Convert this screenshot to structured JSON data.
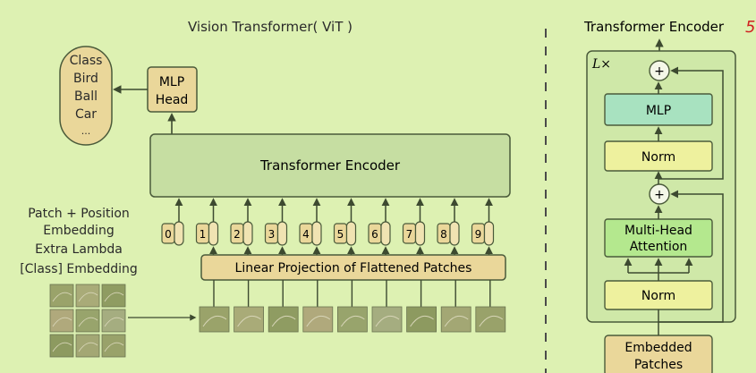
{
  "vit": {
    "title": "Vision Transformer( ViT )",
    "classes": [
      "Class",
      "Bird",
      "Ball",
      "Car",
      "..."
    ],
    "mlp_head": [
      "MLP",
      "Head"
    ],
    "encoder_label": "Transformer Encoder",
    "side_labels": [
      "Patch + Position",
      "Embedding",
      "Extra Lambda",
      "[Class] Embedding"
    ],
    "token_indices": [
      "0",
      "1",
      "2",
      "3",
      "4",
      "5",
      "6",
      "7",
      "8",
      "9"
    ],
    "projection_label": "Linear Projection of Flattened Patches"
  },
  "encoder_detail": {
    "title": "Transformer Encoder",
    "repeat_label": "L×",
    "plus_symbol": "+",
    "mlp_label": "MLP",
    "norm_label": "Norm",
    "attention_label": [
      "Multi-Head",
      "Attention"
    ],
    "input_label": [
      "Embedded",
      "Patches"
    ]
  },
  "corner_mark": "5",
  "colors": {
    "background": "#ddf1b2",
    "encoder_fill": "#c6dea2",
    "box_fill": "#ead79a",
    "mlp_fill": "#a8e2c0",
    "norm_fill": "#eef19e",
    "attention_fill": "#b4e88e",
    "panel_fill": "#cfe8a8",
    "stroke": "#4a5a3a",
    "accent_red": "#d02020"
  }
}
